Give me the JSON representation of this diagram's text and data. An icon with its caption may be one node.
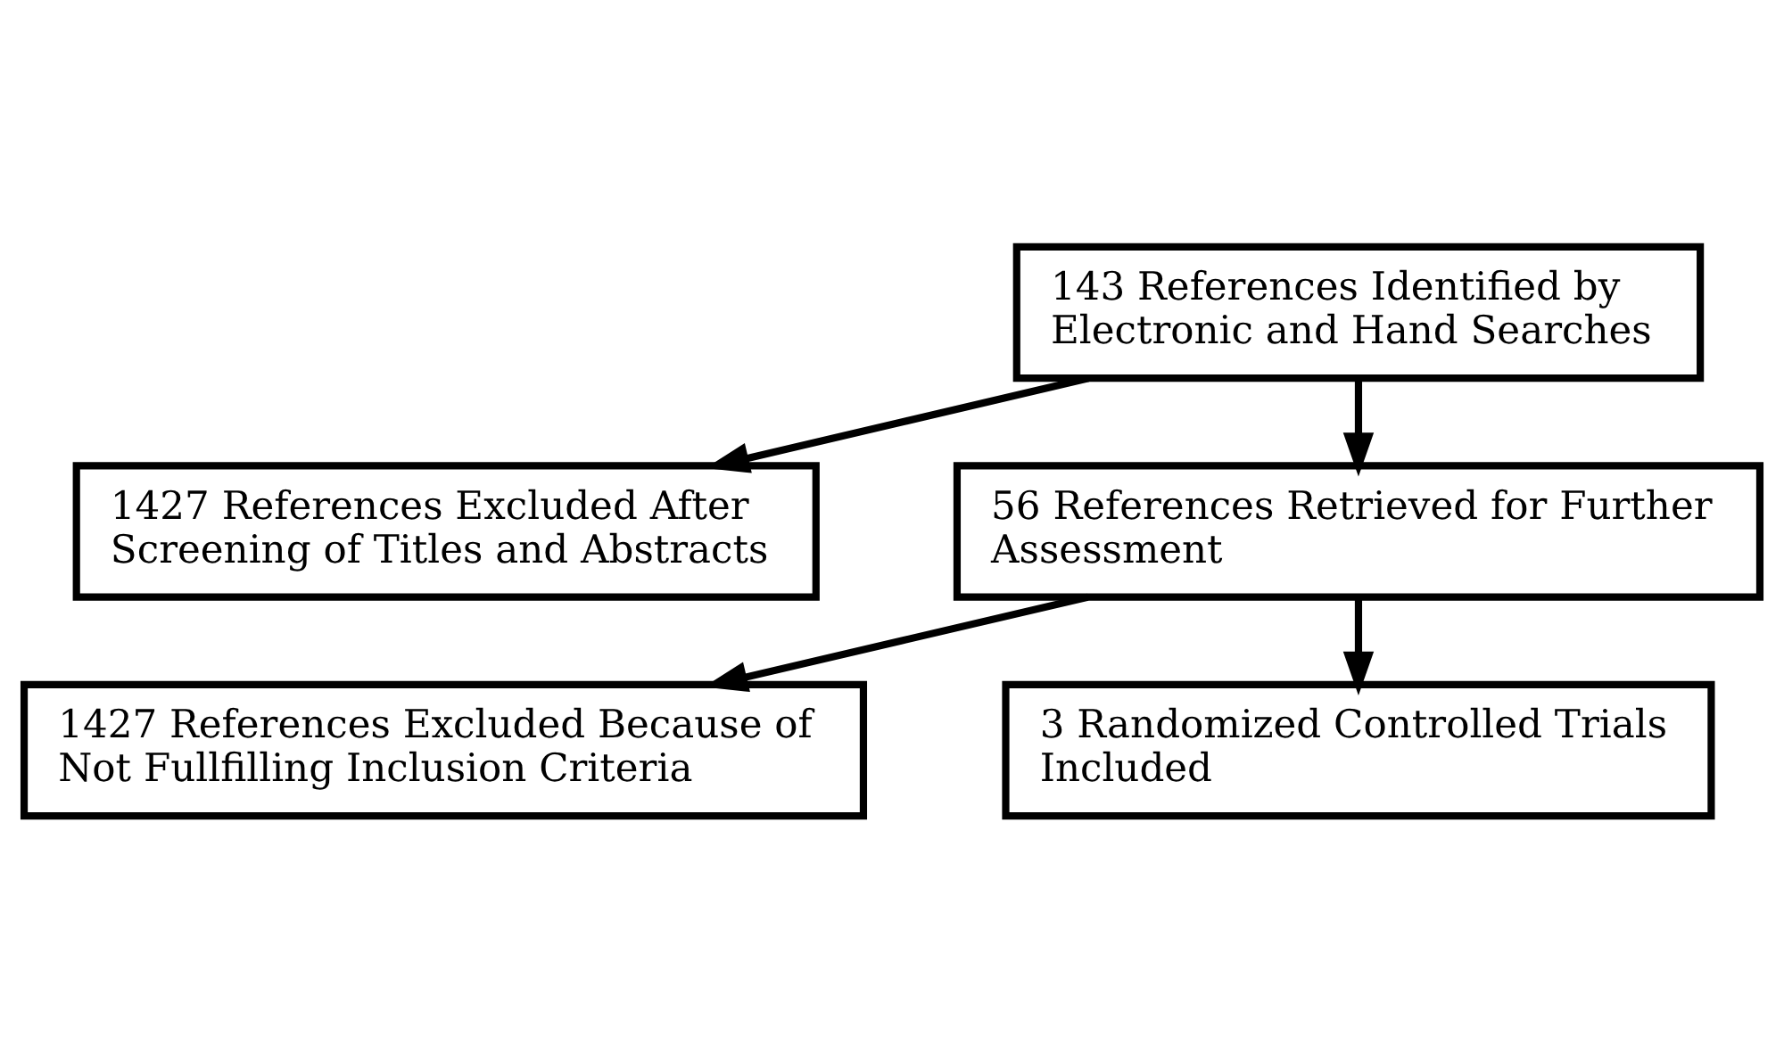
{
  "diagram": {
    "nodes": [
      {
        "text": [
          "143 References Identified by Electronic and Hand Searches"
        ]
      },
      {
        "text": [
          "1427 References Excluded After Screening of Titles and Abstracts"
        ]
      },
      {
        "text": [
          "56 References Retrieved for Further Assessment"
        ]
      },
      {
        "text": [
          "1427 References Excluded Because of Not Fullfilling Inclusion Criteria"
        ]
      },
      {
        "text": [
          "3 Randomized Controlled Trials Included"
        ]
      }
    ],
    "edges": [
      {
        "from": 0,
        "to": 2,
        "arrow": "to"
      },
      {
        "from": 0,
        "to": 1,
        "arrow": "to"
      },
      {
        "from": 2,
        "to": 4,
        "arrow": "to"
      },
      {
        "from": 2,
        "to": 3,
        "arrow": "to"
      }
    ]
  }
}
